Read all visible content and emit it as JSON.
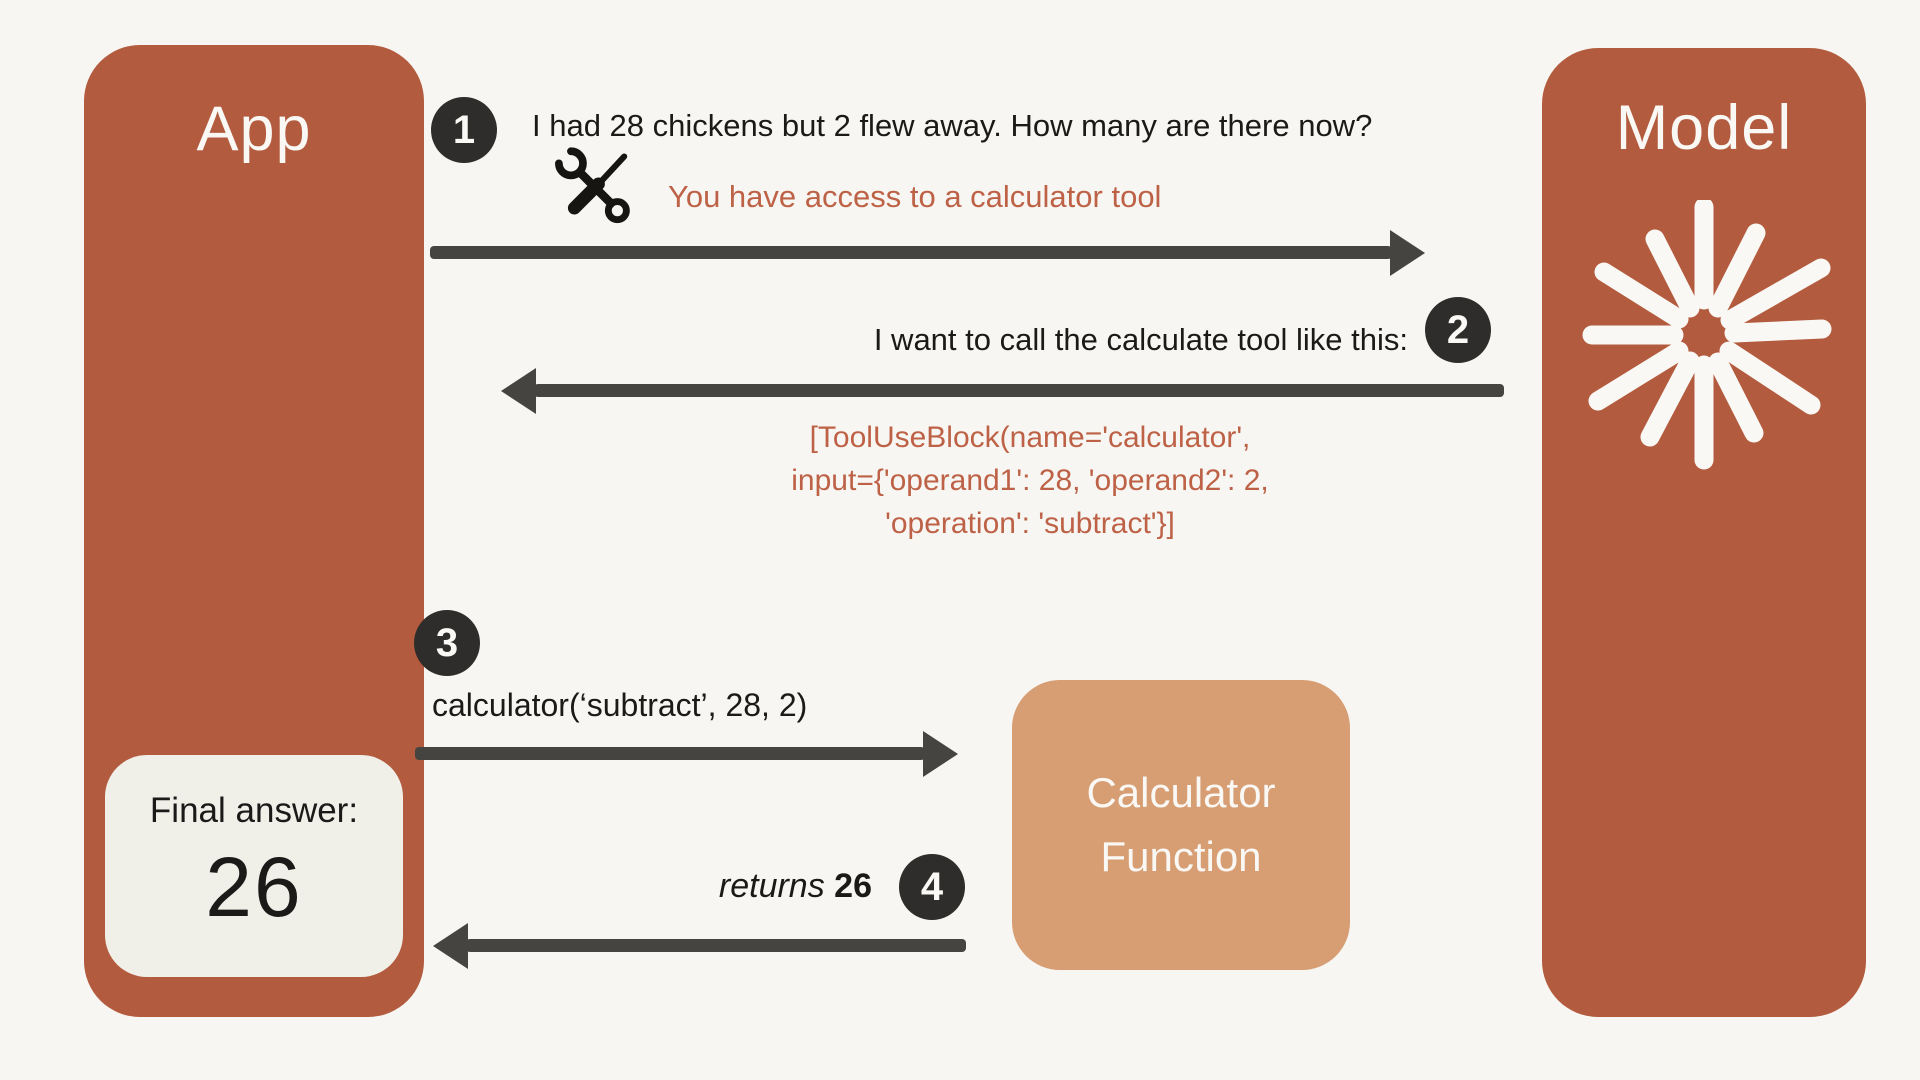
{
  "palette": {
    "background": "#f8f6f2",
    "box": "#b35b3e",
    "calc_box": "#d79d73",
    "accent_text": "#bd6247",
    "arrow": "#454440",
    "badge": "#2e2d2b",
    "final_box": "#f0efe8",
    "text": "#1b1a18",
    "box_text": "#faf8f4"
  },
  "app": {
    "label": "App",
    "final_answer_label": "Final answer:",
    "final_answer_value": "26"
  },
  "model": {
    "label": "Model",
    "logo": "claude-spark-icon"
  },
  "calculator": {
    "label_line1": "Calculator",
    "label_line2": "Function"
  },
  "steps": [
    {
      "number": "1",
      "message": "I had 28 chickens but 2 flew away. How many are there now?",
      "system_note": "You have access to a calculator tool",
      "icon": "tools-icon",
      "direction": "app-to-model"
    },
    {
      "number": "2",
      "message": "I want to call the calculate tool like this:",
      "code_lines": [
        "[ToolUseBlock(name='calculator',",
        "input={'operand1': 28, 'operand2': 2,",
        "'operation': 'subtract'}]"
      ],
      "direction": "model-to-app"
    },
    {
      "number": "3",
      "message": "calculator(‘subtract’, 28, 2)",
      "direction": "app-to-calculator-function"
    },
    {
      "number": "4",
      "message_italic": "returns",
      "message_bold": "26",
      "direction": "calculator-function-to-app"
    }
  ]
}
